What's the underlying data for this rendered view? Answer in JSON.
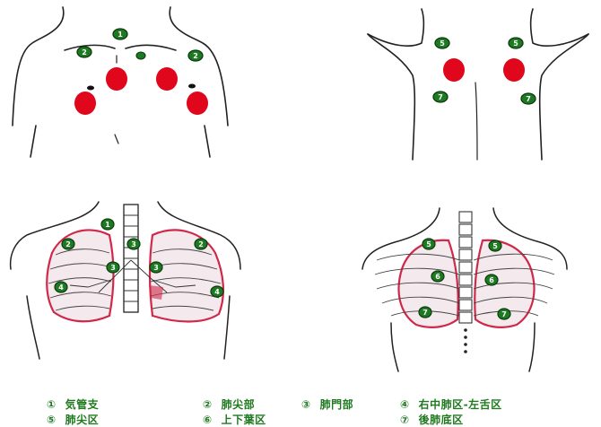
{
  "colors": {
    "marker_green": "#1e7a22",
    "marker_stroke": "#0d3a0d",
    "hotspot_red": "#e0061b",
    "lung_pink": "#d0284a",
    "line_dark": "#222222",
    "legend_green": "#1f7a1f"
  },
  "markers": {
    "m1": "1",
    "m2": "2",
    "m3": "3",
    "m4": "4",
    "m5": "5",
    "m6": "6",
    "m7": "7"
  },
  "legend": [
    {
      "num": "①",
      "label": "気管支"
    },
    {
      "num": "②",
      "label": "肺尖部"
    },
    {
      "num": "③",
      "label": "肺門部"
    },
    {
      "num": "④",
      "label": "右中肺区-左舌区"
    },
    {
      "num": "⑤",
      "label": "肺尖区"
    },
    {
      "num": "⑥",
      "label": "上下葉区"
    },
    {
      "num": "⑦",
      "label": "後肺底区"
    }
  ]
}
